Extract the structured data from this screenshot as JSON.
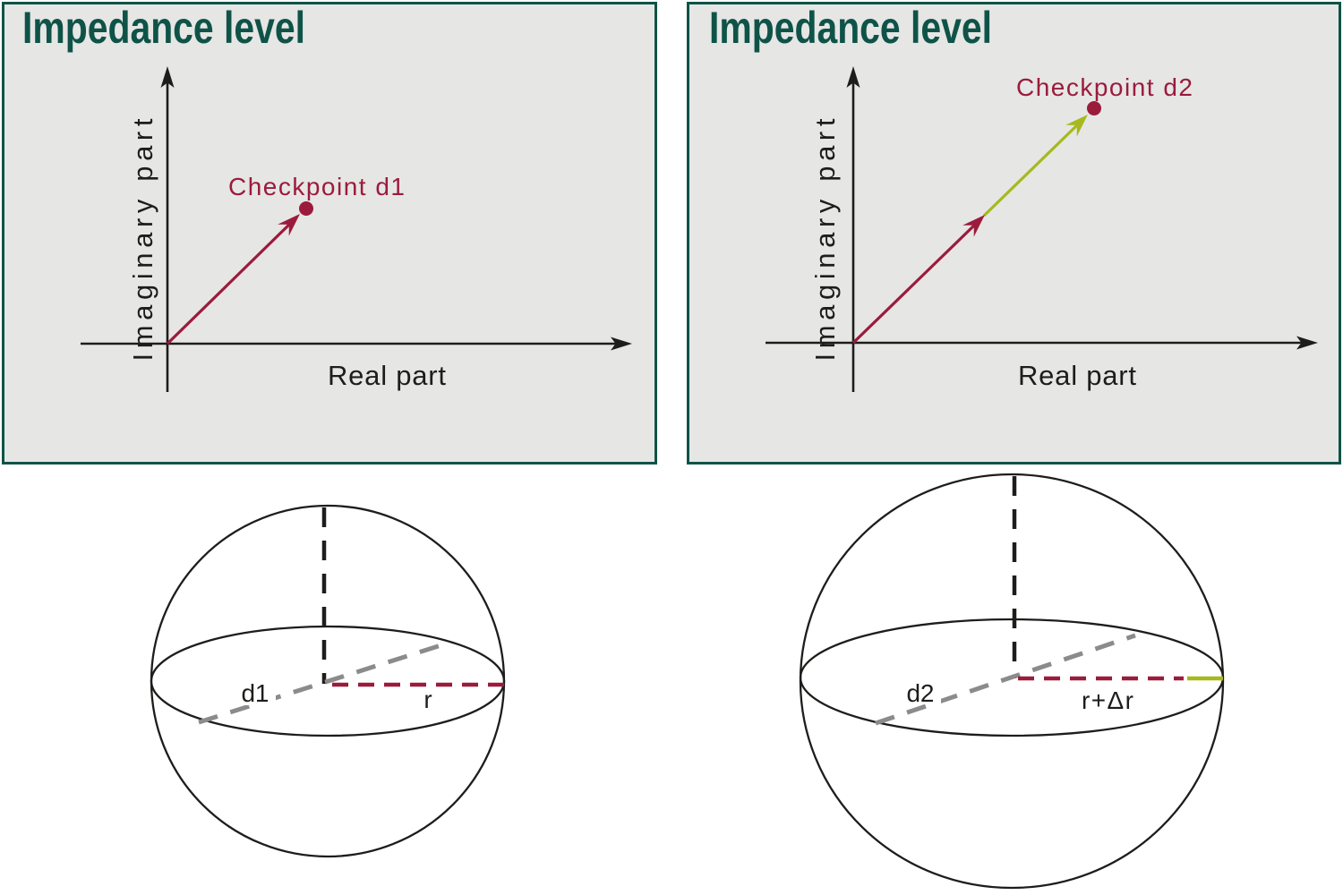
{
  "colors": {
    "brand-green": "#0F5348",
    "panel-bg": "#E6E6E5",
    "crimson": "#9B1B3C",
    "olive": "#A7B91E",
    "dash-gray": "#8B8B8B",
    "ink": "#1D1D1B",
    "page-bg": "#FFFFFF"
  },
  "panels": [
    {
      "title": "Impedance level",
      "y_axis_label": "Imaginary part",
      "x_axis_label": "Real part",
      "checkpoint_label": "Checkpoint d1"
    },
    {
      "title": "Impedance level",
      "y_axis_label": "Imaginary part",
      "x_axis_label": "Real part",
      "checkpoint_label": "Checkpoint d2"
    }
  ],
  "spheres": [
    {
      "diameter_label": "d1",
      "radius_label": "r"
    },
    {
      "diameter_label": "d2",
      "radius_label": "r+Δr"
    }
  ]
}
